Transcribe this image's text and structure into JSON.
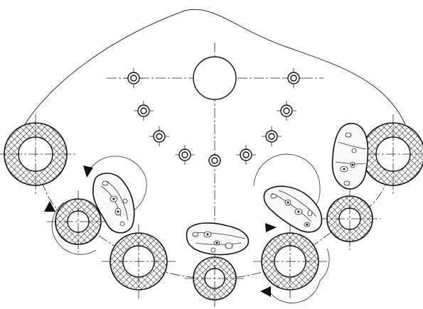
{
  "diagram": {
    "type": "mechanical-schematic",
    "description_label": "",
    "colors": {
      "line": "#111111",
      "hatch": "#222222",
      "background": "#ffffff"
    }
  },
  "rollers": {
    "large": 4,
    "medium": 3,
    "total": 7
  },
  "holes": {
    "count": 10
  },
  "particles": {
    "count": 4
  },
  "rotation_arrows": {
    "count": 4
  }
}
